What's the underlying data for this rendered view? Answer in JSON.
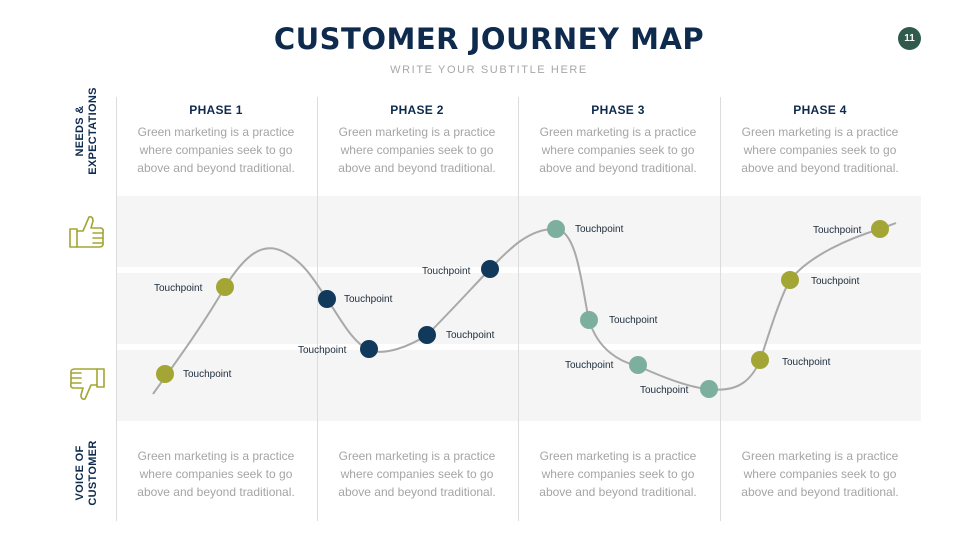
{
  "header": {
    "title": "CUSTOMER JOURNEY MAP",
    "subtitle": "WRITE YOUR SUBTITLE HERE",
    "page_number": "11"
  },
  "rows": {
    "top_label_line1": "NEEDS &",
    "top_label_line2": "EXPECTATIONS",
    "bottom_label_line1": "VOICE OF",
    "bottom_label_line2": "CUSTOMER"
  },
  "icons": {
    "positive": "thumbs-up-icon",
    "negative": "thumbs-down-icon"
  },
  "phases": [
    {
      "title": "PHASE 1",
      "needs": [
        "Green marketing is a practice",
        "where companies seek to go",
        "above and beyond traditional."
      ],
      "voice": [
        "Green marketing is a practice",
        "where companies seek to go",
        "above and beyond traditional."
      ]
    },
    {
      "title": "PHASE 2",
      "needs": [
        "Green marketing is a practice",
        "where companies seek to go",
        "above and beyond traditional."
      ],
      "voice": [
        "Green marketing is a practice",
        "where companies seek to go",
        "above and beyond traditional."
      ]
    },
    {
      "title": "PHASE 3",
      "needs": [
        "Green marketing is a practice",
        "where companies seek to go",
        "above and beyond traditional."
      ],
      "voice": [
        "Green marketing is a practice",
        "where companies seek to go",
        "above and beyond traditional."
      ]
    },
    {
      "title": "PHASE 4",
      "needs": [
        "Green marketing is a practice",
        "where companies seek to go",
        "above and beyond traditional."
      ],
      "voice": [
        "Green marketing is a practice",
        "where companies seek to go",
        "above and beyond traditional."
      ]
    }
  ],
  "touchpoints": [
    {
      "label": "Touchpoint"
    },
    {
      "label": "Touchpoint"
    },
    {
      "label": "Touchpoint"
    },
    {
      "label": "Touchpoint"
    },
    {
      "label": "Touchpoint"
    },
    {
      "label": "Touchpoint"
    },
    {
      "label": "Touchpoint"
    },
    {
      "label": "Touchpoint"
    },
    {
      "label": "Touchpoint"
    },
    {
      "label": "Touchpoint"
    },
    {
      "label": "Touchpoint"
    },
    {
      "label": "Touchpoint"
    },
    {
      "label": "Touchpoint"
    }
  ],
  "colors": {
    "phase1": "#a3a534",
    "phase2": "#11395c",
    "phase3": "#7daf9e",
    "phase4": "#a3a534",
    "curve": "#a9a9a9",
    "navy": "#0e2a4d"
  }
}
